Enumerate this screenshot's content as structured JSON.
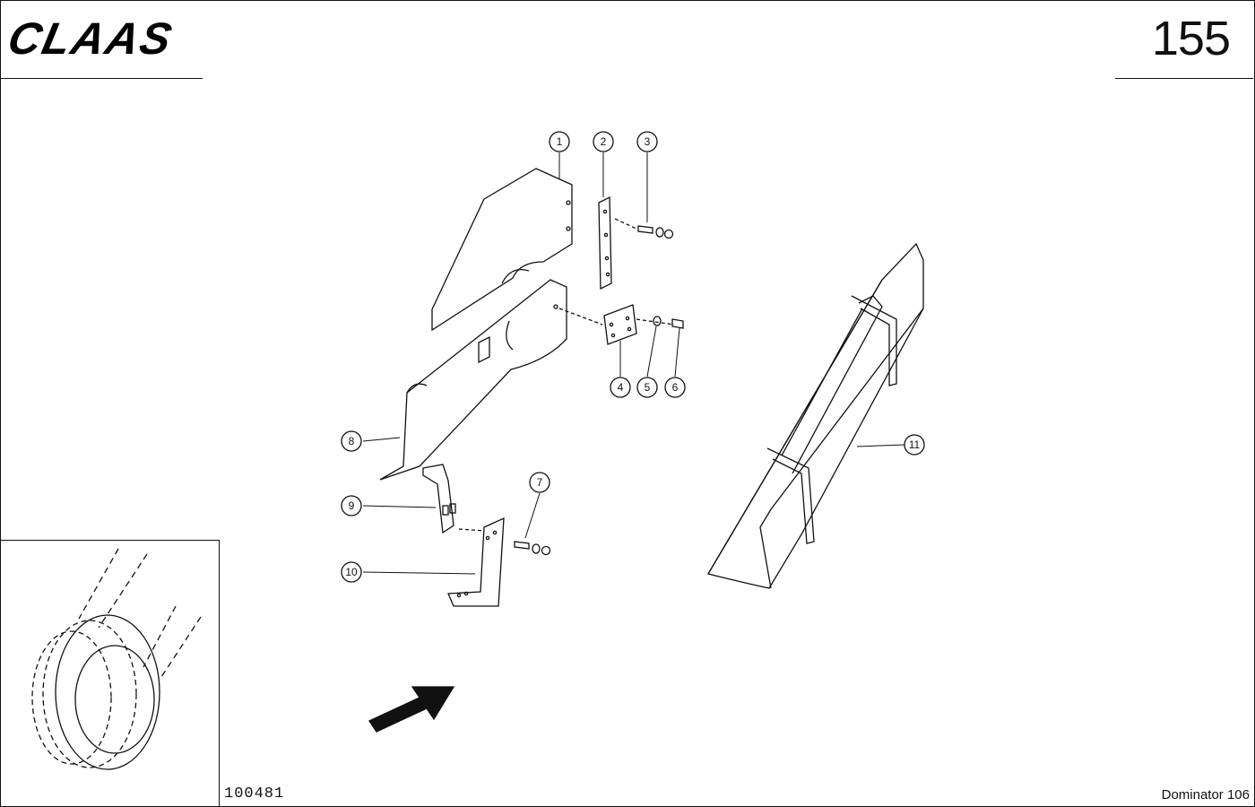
{
  "header": {
    "brand": "CLAAS",
    "page_number": "155"
  },
  "footer": {
    "document_id": "100481",
    "model": "Dominator 106"
  },
  "callouts": [
    "1",
    "2",
    "3",
    "4",
    "5",
    "6",
    "7",
    "8",
    "9",
    "10",
    "11"
  ]
}
